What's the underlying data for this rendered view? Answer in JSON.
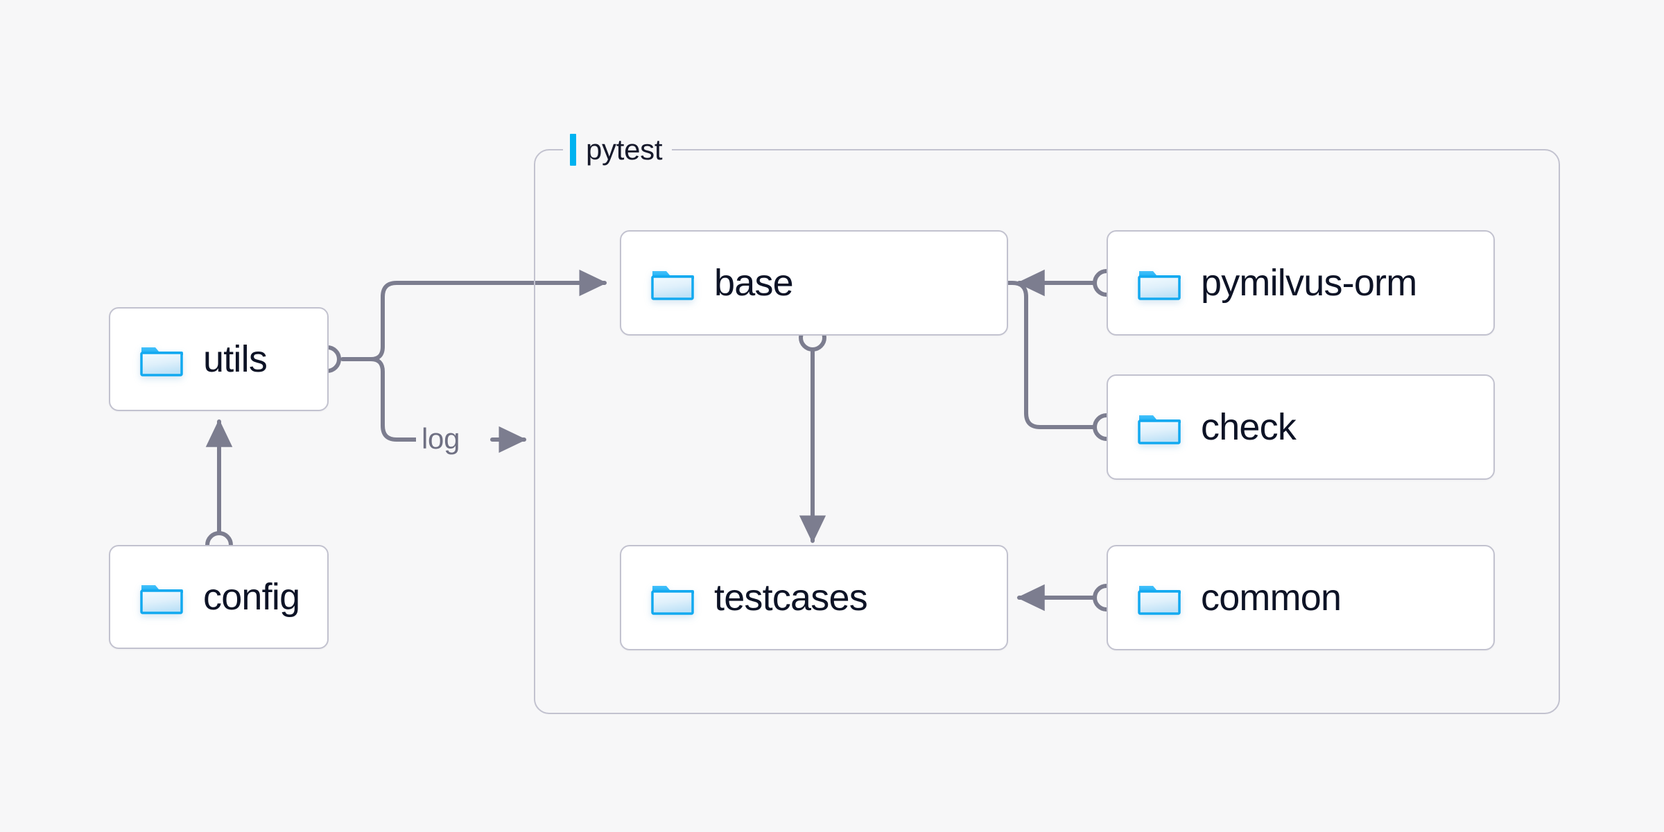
{
  "diagram": {
    "background_color": "#f7f7f8",
    "node_border_color": "#c2c2cf",
    "edge_color": "#7c7d8f",
    "accent_color": "#00b2f0",
    "text_color": "#0d1326",
    "group": {
      "label": "pytest",
      "accent_bar_color": "#00b2f0"
    },
    "nodes": [
      {
        "id": "utils",
        "label": "utils",
        "icon": "folder-icon"
      },
      {
        "id": "config",
        "label": "config",
        "icon": "folder-icon"
      },
      {
        "id": "base",
        "label": "base",
        "icon": "folder-icon"
      },
      {
        "id": "testcases",
        "label": "testcases",
        "icon": "folder-icon"
      },
      {
        "id": "pymilvus-orm",
        "label": "pymilvus-orm",
        "icon": "folder-icon"
      },
      {
        "id": "check",
        "label": "check",
        "icon": "folder-icon"
      },
      {
        "id": "common",
        "label": "common",
        "icon": "folder-icon"
      }
    ],
    "edges": [
      {
        "from": "config",
        "to": "utils",
        "label": ""
      },
      {
        "from": "utils",
        "to": "base",
        "label": ""
      },
      {
        "from": "utils",
        "to": "pytest",
        "label": "log"
      },
      {
        "from": "base",
        "to": "testcases",
        "label": ""
      },
      {
        "from": "pymilvus-orm",
        "to": "base",
        "label": ""
      },
      {
        "from": "check",
        "to": "base",
        "label": ""
      },
      {
        "from": "common",
        "to": "testcases",
        "label": ""
      }
    ],
    "edge_labels": {
      "log": "log"
    }
  }
}
